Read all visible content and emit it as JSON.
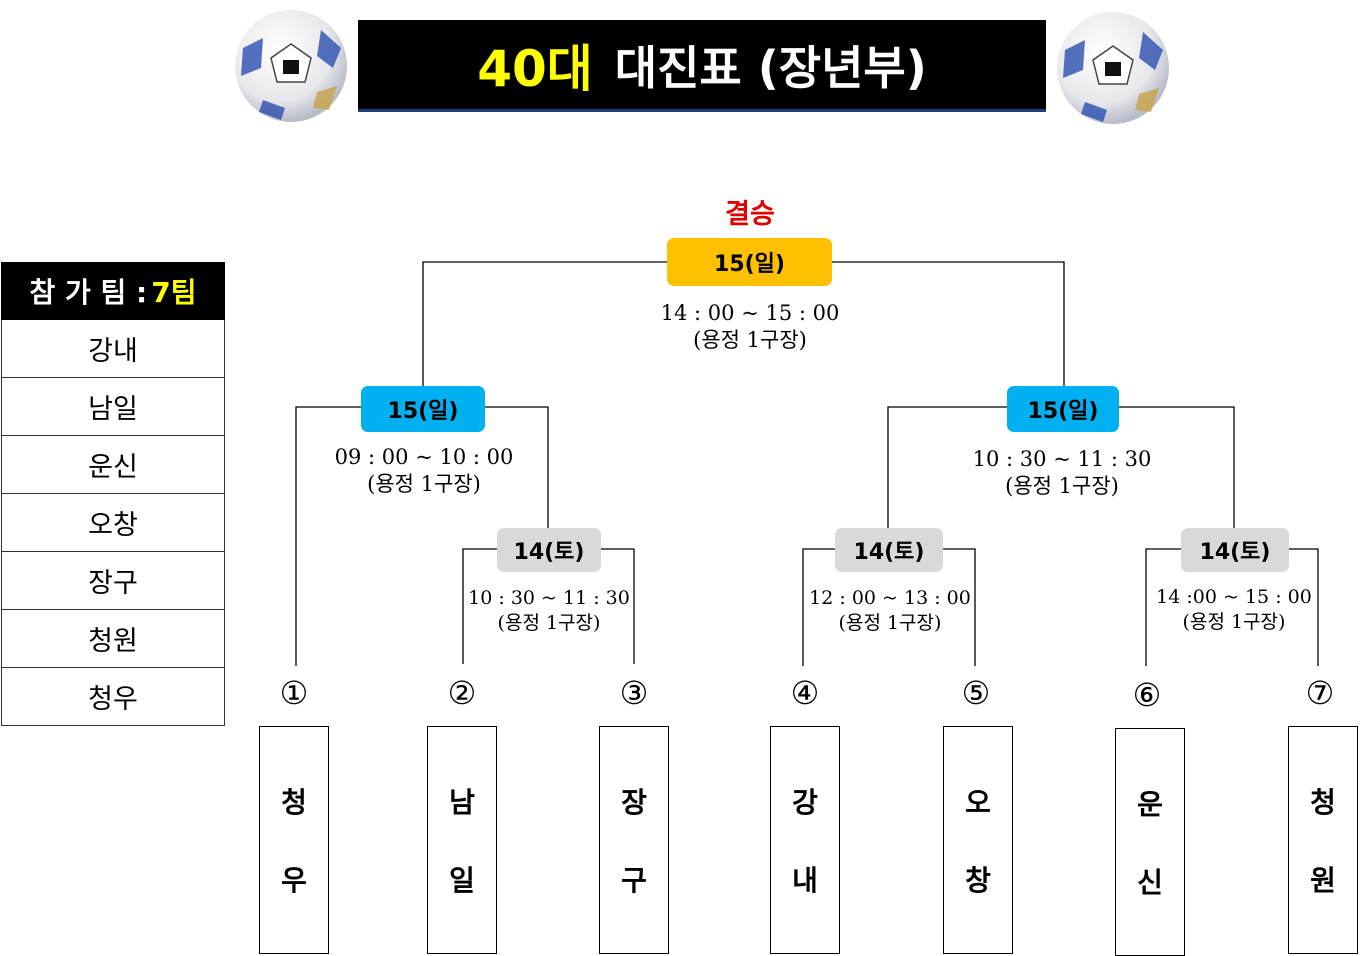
{
  "title": {
    "accent": "40대",
    "main": "대진표 (장년부)"
  },
  "participants": {
    "label": "참 가 팀 :",
    "count": "7팀",
    "teams": [
      "강내",
      "남일",
      "운신",
      "오창",
      "장구",
      "청원",
      "청우"
    ]
  },
  "bracket": {
    "final_label": "결승",
    "final": {
      "day": "15(일)",
      "time": "14 : 00 ~ 15 : 00",
      "venue": "(용정 1구장)"
    },
    "semi_left": {
      "day": "15(일)",
      "time": "09 : 00 ~ 10 : 00",
      "venue": "(용정  1구장)"
    },
    "semi_right": {
      "day": "15(일)",
      "time": "10 : 30 ~ 11 : 30",
      "venue": "(용정  1구장)"
    },
    "q1": {
      "day": "14(토)",
      "time": "10 : 30 ~ 11 : 30",
      "venue": "(용정 1구장)"
    },
    "q2": {
      "day": "14(토)",
      "time": "12 : 00 ~ 13 : 00",
      "venue": "(용정 1구장)"
    },
    "q3": {
      "day": "14(토)",
      "time": "14 :00 ~ 15 : 00",
      "venue": "(용정 1구장)"
    },
    "slots": [
      {
        "num": "①",
        "c1": "청",
        "c2": "우"
      },
      {
        "num": "②",
        "c1": "남",
        "c2": "일"
      },
      {
        "num": "③",
        "c1": "장",
        "c2": "구"
      },
      {
        "num": "④",
        "c1": "강",
        "c2": "내"
      },
      {
        "num": "⑤",
        "c1": "오",
        "c2": "창"
      },
      {
        "num": "⑥",
        "c1": "운",
        "c2": "신"
      },
      {
        "num": "⑦",
        "c1": "청",
        "c2": "원"
      }
    ]
  },
  "colors": {
    "final": "#ffc000",
    "semi": "#00b0f0",
    "quarter": "#d9d9d9",
    "final_label": "#e00000",
    "title_accent": "#ffff00"
  }
}
